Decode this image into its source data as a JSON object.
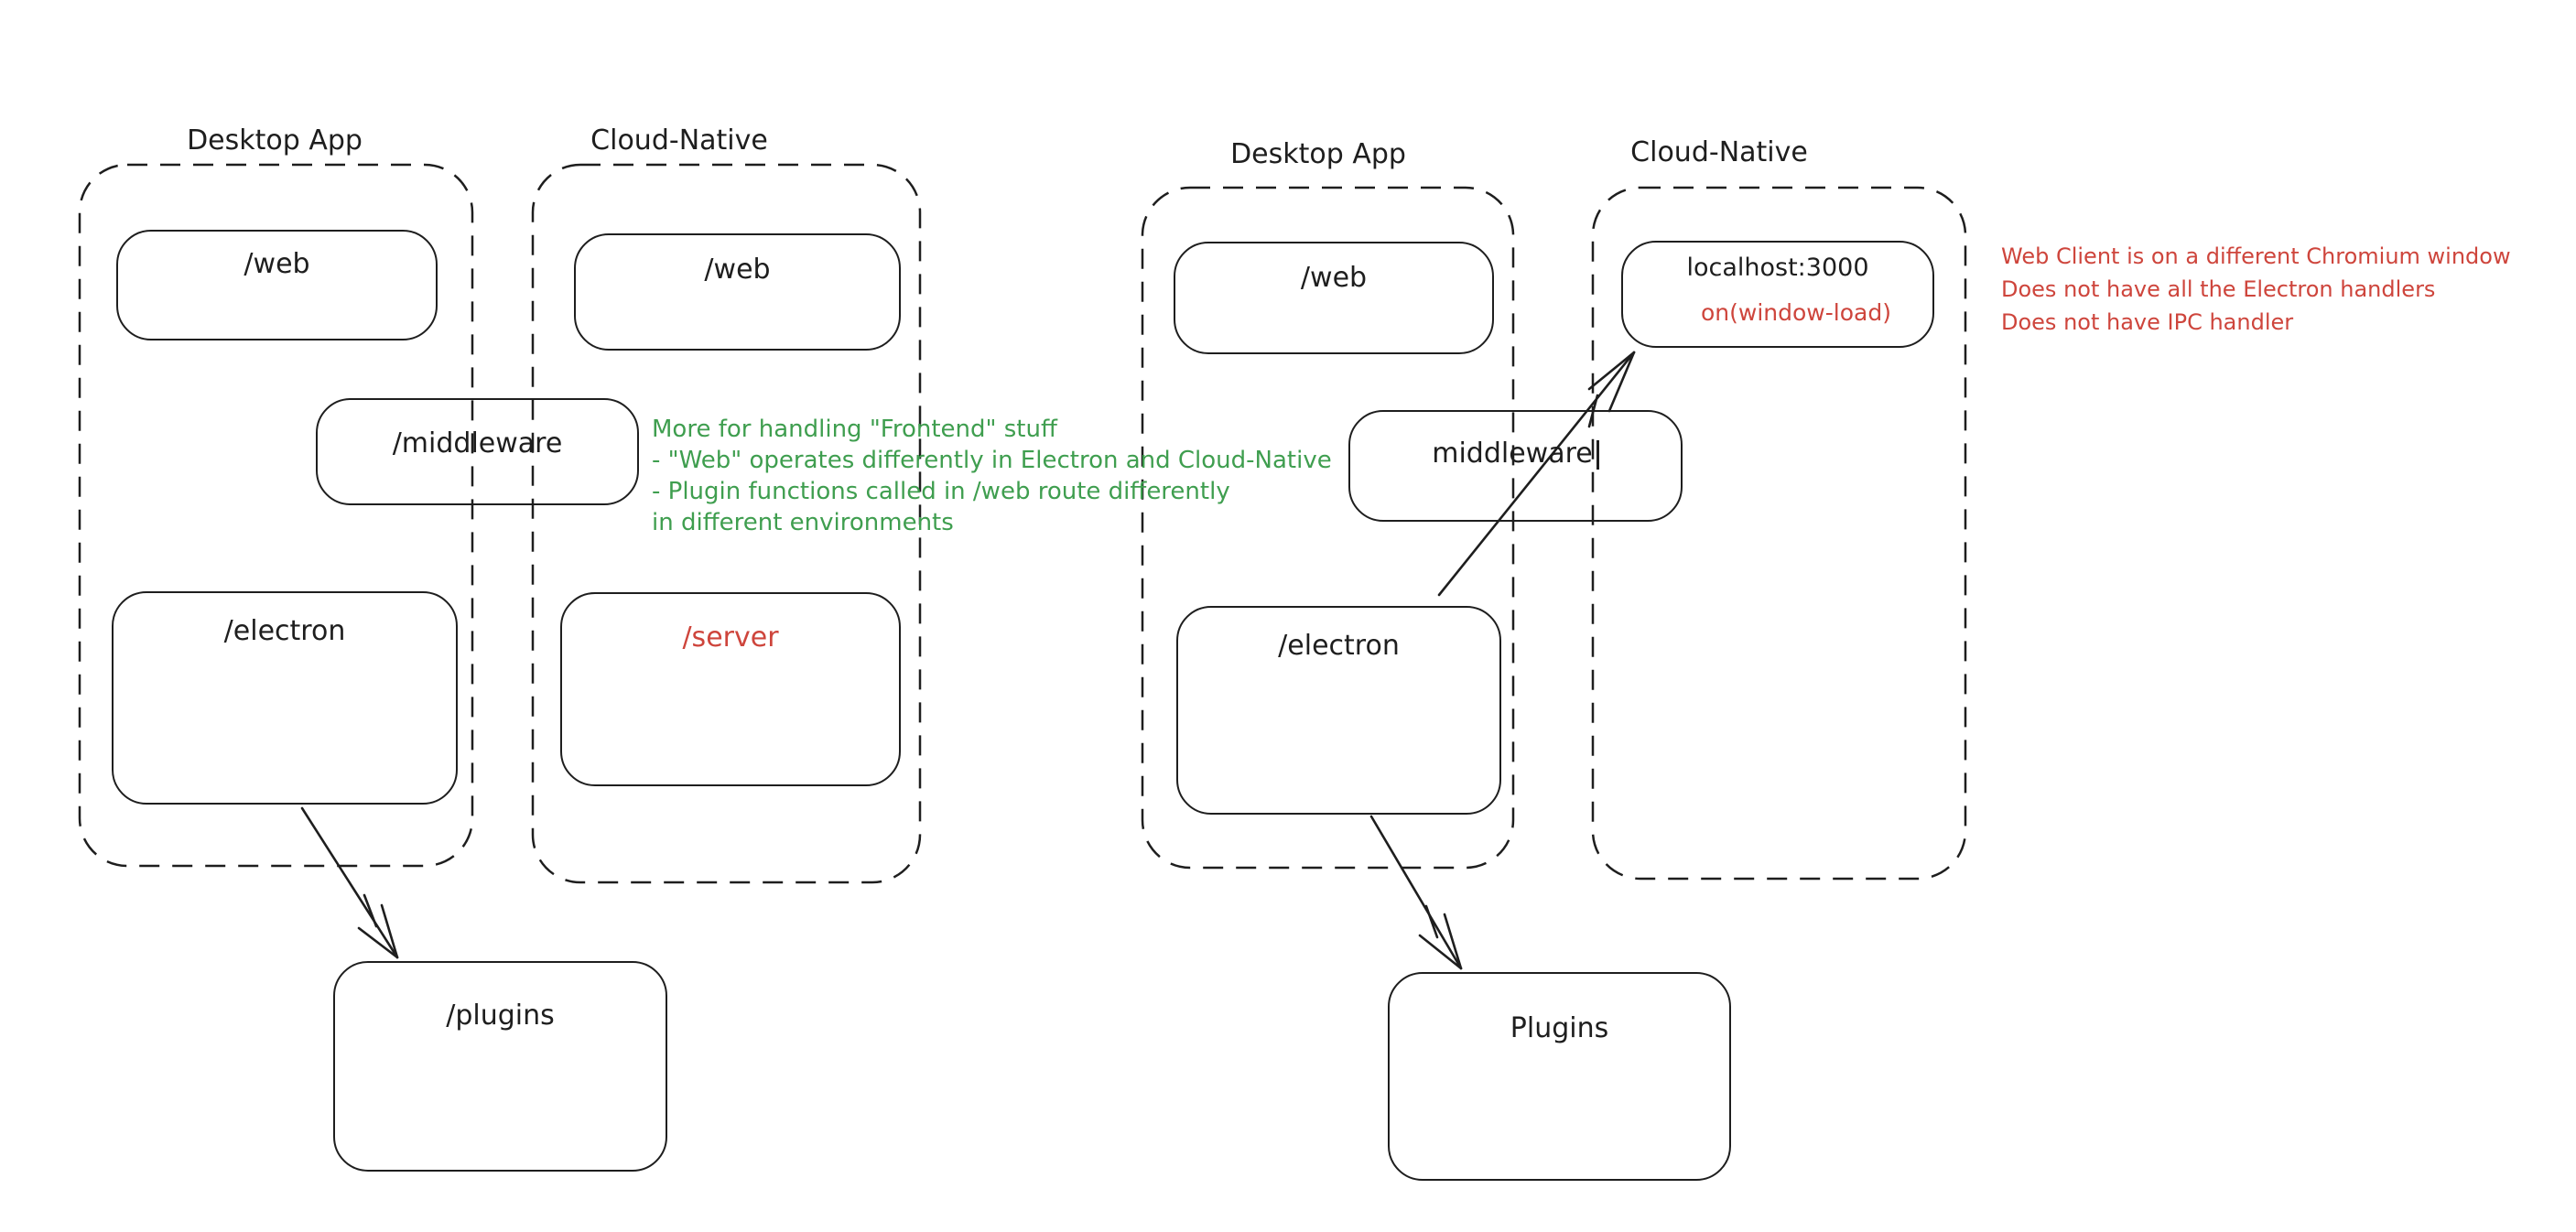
{
  "palette": {
    "background": "#ffffff",
    "ink": "#1e1e1e",
    "green": "#3f9e4f",
    "red": "#ce453c"
  },
  "left": {
    "desktop": {
      "title": "Desktop App",
      "web": "/web",
      "middleware": "/middleware",
      "electron": "/electron"
    },
    "cloud": {
      "title": "Cloud-Native",
      "web": "/web",
      "server": "/server"
    },
    "plugins": "/plugins",
    "green_note": {
      "line1": "More for handling \"Frontend\" stuff",
      "line2": "- \"Web\" operates differently in Electron and Cloud-Native",
      "line3": "- Plugin functions called in /web route differently",
      "line4": "in different environments"
    }
  },
  "right": {
    "desktop": {
      "title": "Desktop App",
      "web": "/web",
      "middleware": "middleware",
      "electron": "/electron"
    },
    "cloud": {
      "title": "Cloud-Native",
      "localhost": "localhost:3000",
      "event": "on(window-load)"
    },
    "plugins": "Plugins",
    "red_note": {
      "line1": "Web Client is on a different Chromium window",
      "line2": "Does not have all the Electron handlers",
      "line3": "Does not have IPC handler"
    }
  }
}
